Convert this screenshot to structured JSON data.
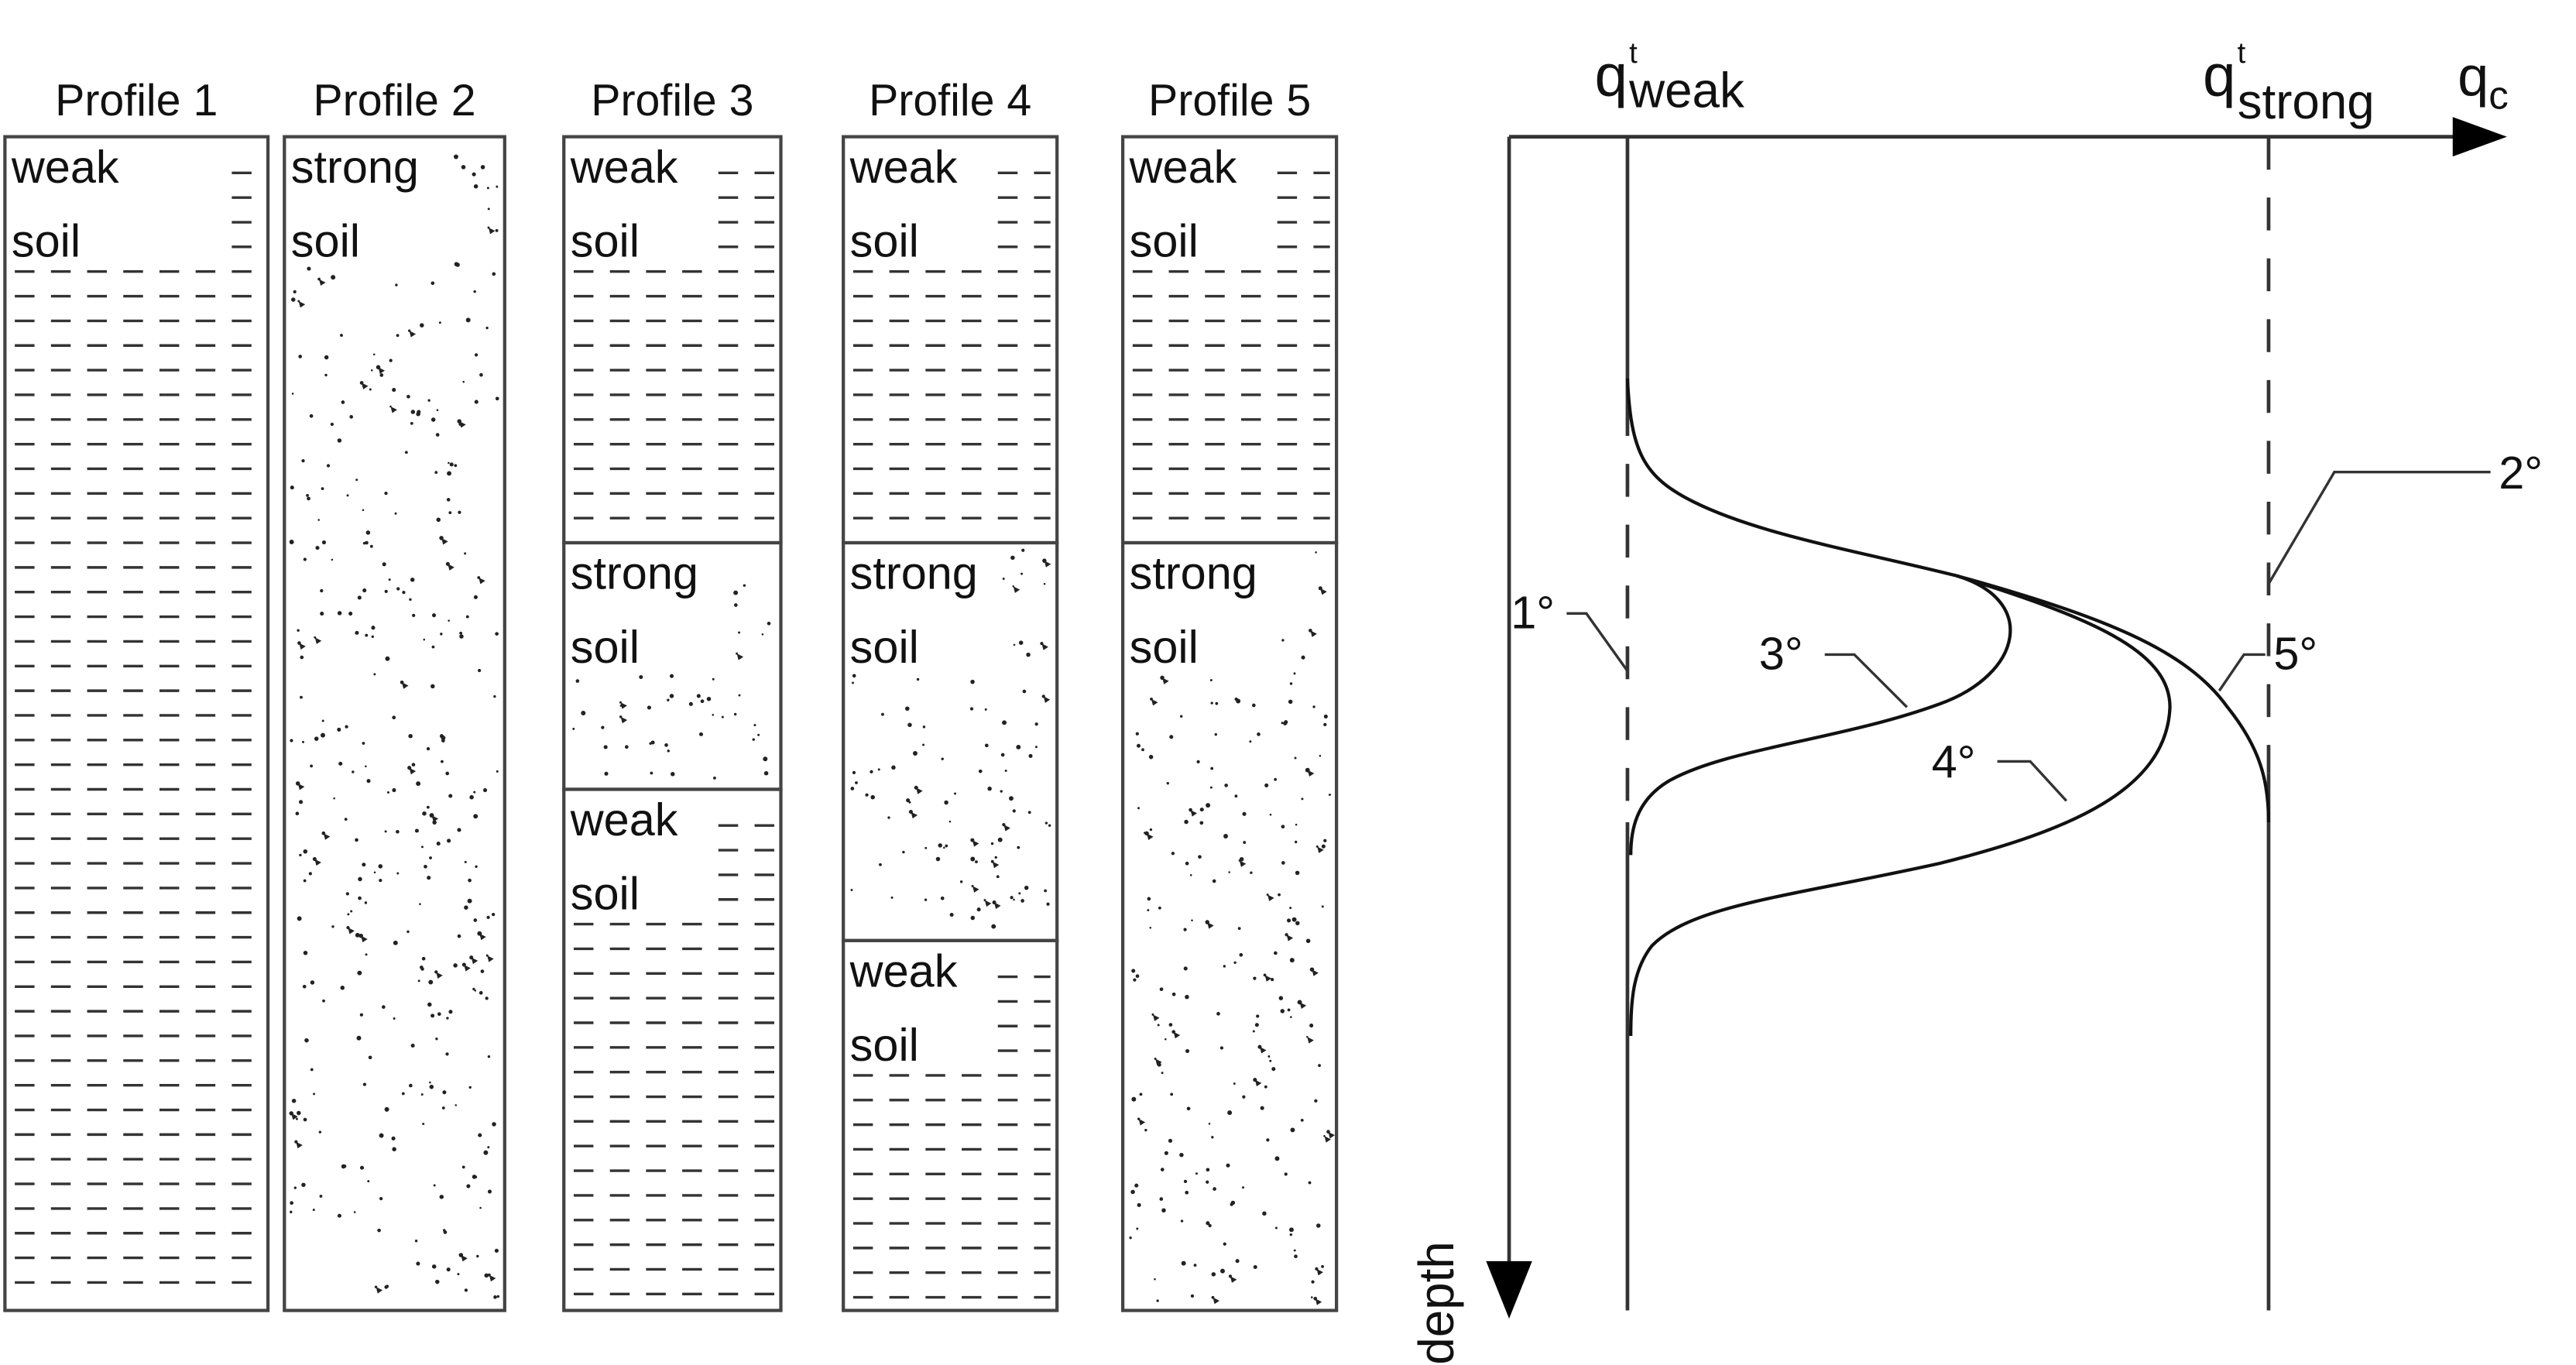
{
  "profiles": [
    {
      "title": "Profile 1",
      "layers": [
        {
          "type": "weak",
          "label": [
            "weak",
            "soil"
          ]
        }
      ]
    },
    {
      "title": "Profile 2",
      "layers": [
        {
          "type": "strong",
          "label": [
            "strong",
            "soil"
          ]
        }
      ]
    },
    {
      "title": "Profile 3",
      "layers": [
        {
          "type": "weak",
          "label": [
            "weak",
            "soil"
          ]
        },
        {
          "type": "strong",
          "label": [
            "strong",
            "soil"
          ]
        },
        {
          "type": "weak",
          "label": [
            "weak",
            "soil"
          ]
        }
      ]
    },
    {
      "title": "Profile 4",
      "layers": [
        {
          "type": "weak",
          "label": [
            "weak",
            "soil"
          ]
        },
        {
          "type": "strong",
          "label": [
            "strong",
            "soil"
          ]
        },
        {
          "type": "weak",
          "label": [
            "weak",
            "soil"
          ]
        }
      ]
    },
    {
      "title": "Profile 5",
      "layers": [
        {
          "type": "weak",
          "label": [
            "weak",
            "soil"
          ]
        },
        {
          "type": "strong",
          "label": [
            "strong",
            "soil"
          ]
        }
      ]
    }
  ],
  "chart": {
    "x_axis_label": "q",
    "x_axis_sub": "c",
    "y_axis_label": "depth",
    "q_weak": {
      "main": "q",
      "sup": "t",
      "sub": "weak"
    },
    "q_strong": {
      "main": "q",
      "sup": "t",
      "sub": "strong"
    },
    "curve_labels": [
      "1°",
      "2°",
      "3°",
      "4°",
      "5°"
    ]
  }
}
